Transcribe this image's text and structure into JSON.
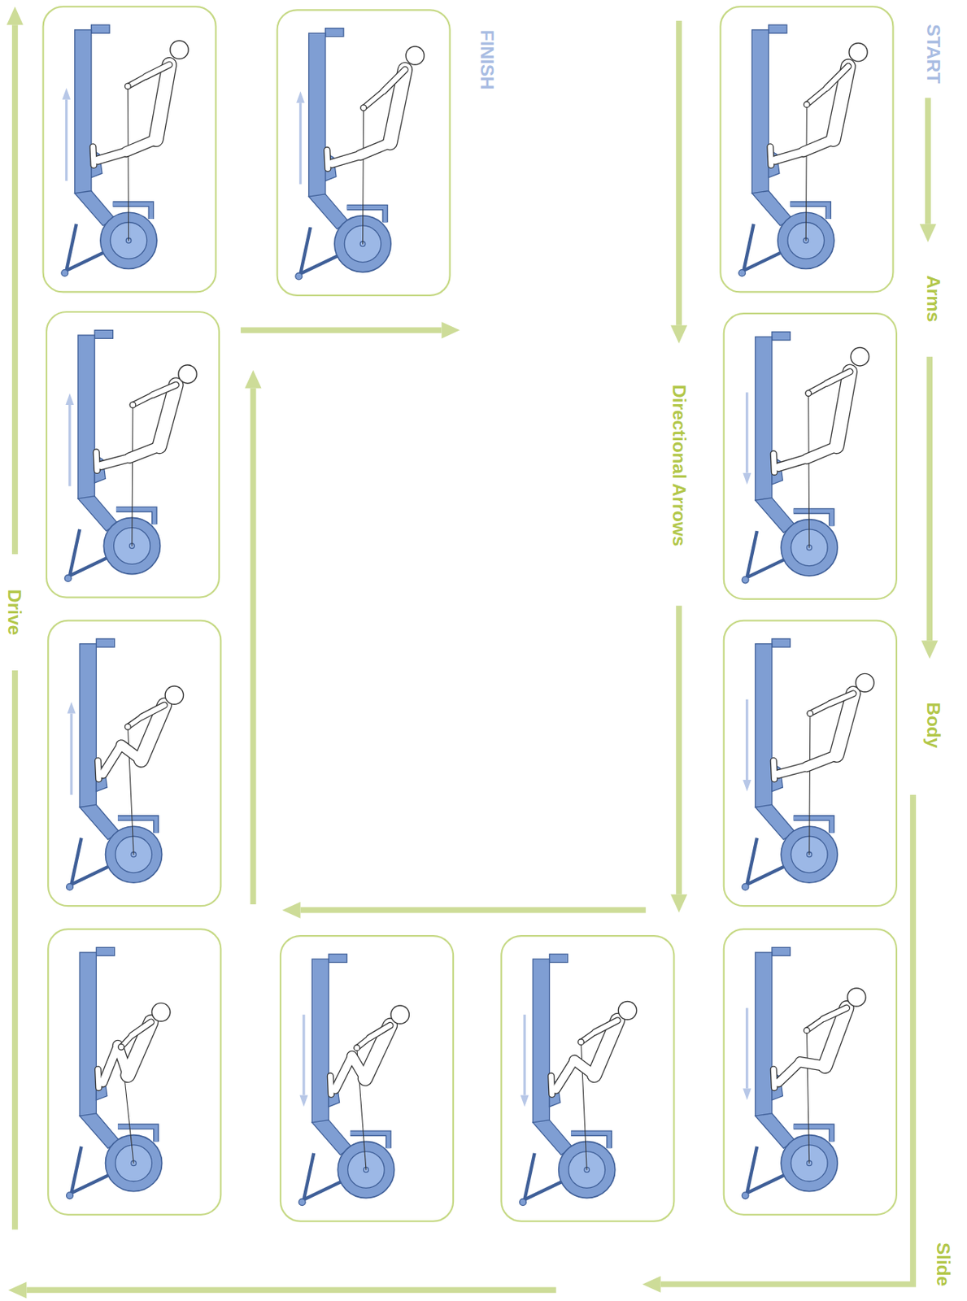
{
  "diagram": {
    "labels": [
      "START",
      "Arms",
      "Body",
      "Slide",
      "Drive",
      "FINISH",
      "Directional Arrows"
    ]
  }
}
